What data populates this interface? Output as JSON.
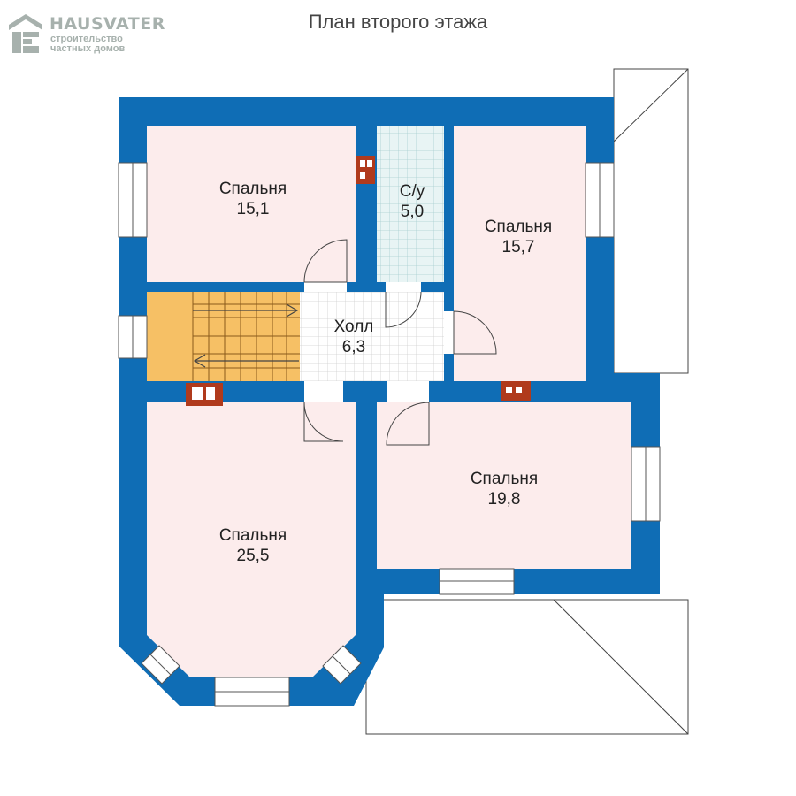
{
  "logo": {
    "name": "HAUSVATER",
    "tagline_line1": "строительство",
    "tagline_line2": "частных домов"
  },
  "title": "План второго этажа",
  "rooms": {
    "bedroom_nw": {
      "name": "Спальня",
      "area": "15,1"
    },
    "bathroom": {
      "name": "С/у",
      "area": "5,0"
    },
    "bedroom_ne": {
      "name": "Спальня",
      "area": "15,7"
    },
    "hall": {
      "name": "Холл",
      "area": "6,3"
    },
    "bedroom_sw": {
      "name": "Спальня",
      "area": "25,5"
    },
    "bedroom_se": {
      "name": "Спальня",
      "area": "19,8"
    }
  },
  "colors": {
    "wall": "#0f6db5",
    "bedroom": "#fcecec",
    "stair": "#f6c065",
    "tile_bath": "#e8f4f4",
    "chimney": "#b03a1c",
    "logo": "#a7b1ad"
  }
}
